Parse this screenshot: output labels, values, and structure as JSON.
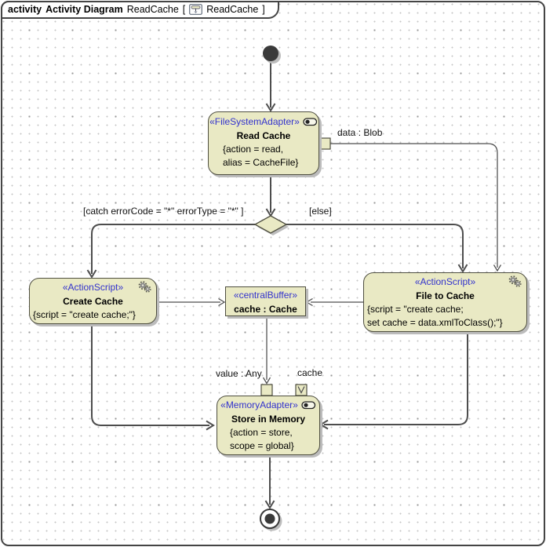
{
  "header": {
    "keyword": "activity",
    "diagram_type": "Activity Diagram",
    "diagram_name": "ReadCache",
    "open_bracket": "[",
    "context_name": "ReadCache",
    "close_bracket": "]"
  },
  "nodes": {
    "read_cache": {
      "stereotype": "«FileSystemAdapter»",
      "name": "Read Cache",
      "props": [
        "{action = read,",
        "alias = CacheFile}"
      ]
    },
    "create_cache": {
      "stereotype": "«ActionScript»",
      "name": "Create Cache",
      "props": [
        "{script = \"create cache;\"}"
      ]
    },
    "central_buffer": {
      "stereotype": "«centralBuffer»",
      "name": "cache : Cache"
    },
    "file_to_cache": {
      "stereotype": "«ActionScript»",
      "name": "File to Cache",
      "props": [
        "{script = \"create cache;",
        "set cache = data.xmlToClass();\"}"
      ]
    },
    "store_in_memory": {
      "stereotype": "«MemoryAdapter»",
      "name": "Store in Memory",
      "props": [
        "{action = store,",
        "scope = global}"
      ]
    }
  },
  "edge_labels": {
    "data_blob": "data : Blob",
    "catch_guard": "[catch errorCode = \"*\" errorType = \"*\" ]",
    "else_guard": "[else]",
    "value_any": "value : Any",
    "cache_pin": "cache"
  },
  "colors": {
    "node_fill": "#e9e9c4",
    "node_border": "#4e4e40",
    "stereotype_blue": "#3232cd",
    "edge_line": "#4d4d4d",
    "shadow": "#bcbcbc"
  }
}
